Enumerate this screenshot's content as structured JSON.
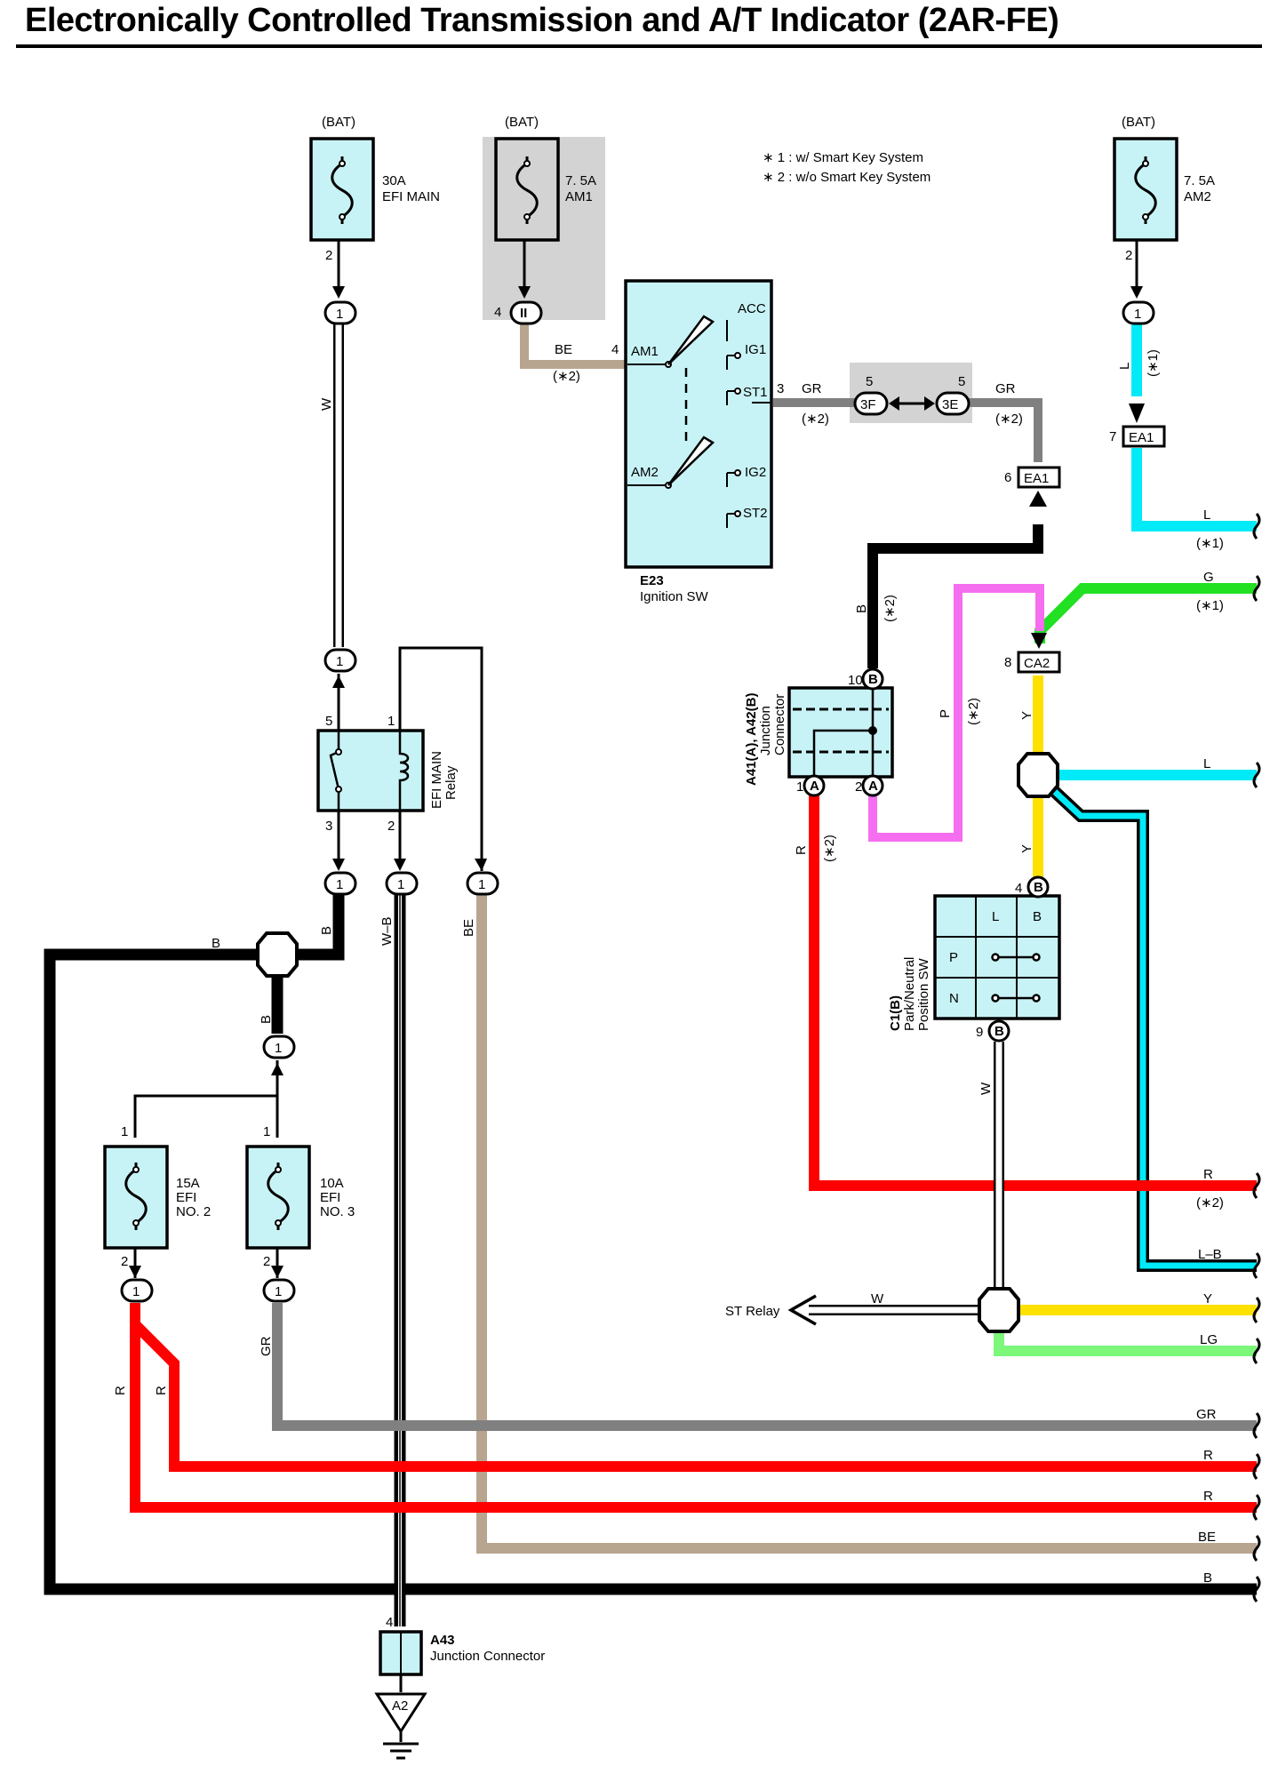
{
  "title": "Electronically Controlled Transmission and A/T Indicator (2AR-FE)",
  "colors": {
    "background": "#ffffff",
    "component_fill": "#c8f3f6",
    "wire_B": "#000000",
    "wire_R": "#ff0000",
    "wire_L": "#00eaf7",
    "wire_G": "#22e022",
    "wire_P": "#f56ef0",
    "wire_Y": "#ffe100",
    "wire_GR": "#808080",
    "wire_BE": "#b8a58f",
    "wire_LG": "#7cf77a",
    "wire_W": "#ffffff",
    "option_shading": "#d3d3d3"
  },
  "notes": {
    "note1": "∗ 1 : w/ Smart Key System",
    "note2": "∗ 2 : w/o Smart Key System"
  },
  "fuses": {
    "efi_main": {
      "source": "(BAT)",
      "rating": "30A",
      "name": "EFI MAIN",
      "pin_out": "2"
    },
    "am1": {
      "source": "(BAT)",
      "rating": "7. 5A",
      "name": "AM1",
      "pin_out": "4",
      "connector": "II"
    },
    "am2": {
      "source": "(BAT)",
      "rating": "7. 5A",
      "name": "AM2",
      "pin_out": "2"
    },
    "efi_no2": {
      "rating": "15A",
      "name1": "EFI",
      "name2": "NO. 2",
      "pin_in": "1",
      "pin_out": "2"
    },
    "efi_no3": {
      "rating": "10A",
      "name1": "EFI",
      "name2": "NO. 3",
      "pin_in": "1",
      "pin_out": "2"
    }
  },
  "ignition_sw": {
    "code": "E23",
    "name": "Ignition SW",
    "terminals": {
      "acc": "ACC",
      "ig1": "IG1",
      "st1": "ST1",
      "am1": "AM1",
      "am2": "AM2",
      "ig2": "IG2",
      "st2": "ST2"
    },
    "pin_am1": "4",
    "pin_st1": "3"
  },
  "relay": {
    "name1": "EFI MAIN",
    "name2": "Relay",
    "pin1": "1",
    "pin2": "2",
    "pin3": "3",
    "pin5": "5"
  },
  "junction_connector_a41": {
    "code": "A41(A), A42(B)",
    "name1": "Junction",
    "name2": "Connector",
    "pin_b": "10",
    "pin_a1": "1",
    "pin_a2": "2",
    "letter_a": "A",
    "letter_b": "B"
  },
  "junction_connector_a43": {
    "code": "A43",
    "name": "Junction Connector",
    "pin": "4",
    "ground": "A2"
  },
  "pn_switch": {
    "code": "C1(B)",
    "name1": "Park/Neutral",
    "name2": "Position SW",
    "col_l": "L",
    "col_b": "B",
    "row_p": "P",
    "row_n": "N",
    "pin_in": "4",
    "pin_out": "9",
    "letter": "B"
  },
  "connectors": {
    "c3f": "3F",
    "c3e": "3E",
    "c3f_pin": "5",
    "c3e_pin": "5",
    "ea1_pin_top": "7",
    "ea1_top": "EA1",
    "ea1_pin": "6",
    "ea1": "EA1",
    "ca2_pin": "8",
    "ca2": "CA2",
    "one": "1"
  },
  "wire_labels": {
    "be": "BE",
    "gr": "GR",
    "b": "B",
    "w": "W",
    "wb": "W–B",
    "l": "L",
    "p": "P",
    "y": "Y",
    "r": "R",
    "opt1": "(∗1)",
    "opt2": "(∗2)"
  },
  "st_relay": "ST Relay",
  "right_edge_wires": [
    "L",
    "G",
    "L",
    "R",
    "L–B",
    "Y",
    "LG",
    "GR",
    "R",
    "R",
    "BE",
    "B"
  ]
}
